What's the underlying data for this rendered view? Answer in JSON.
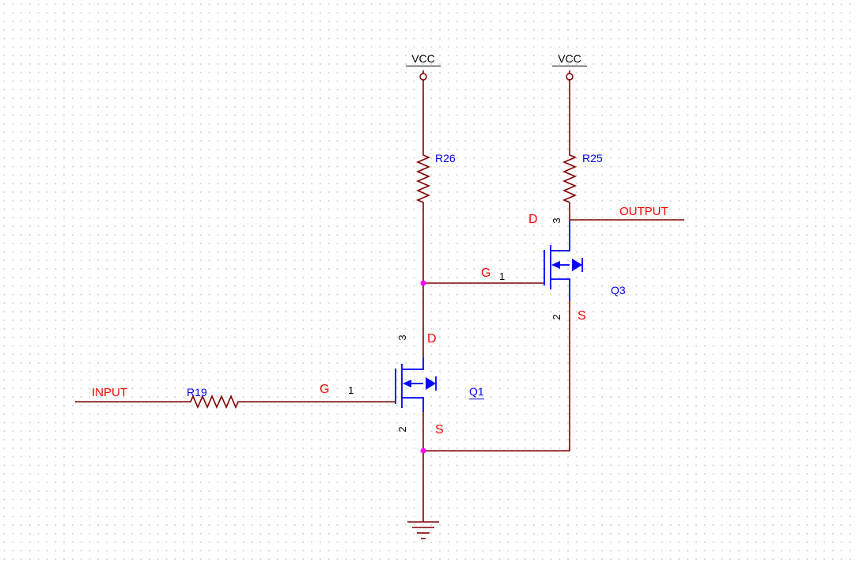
{
  "colors": {
    "bg": "#ffffff",
    "grid-dot": "#d4d4d4",
    "wire": "#800000",
    "symbol": "#0000ff",
    "label-red": "#ff0000",
    "label-blue": "#0000ff",
    "text-black": "#000000",
    "junction": "#ff00ff"
  },
  "power_ports": [
    {
      "label": "VCC"
    },
    {
      "label": "VCC"
    }
  ],
  "resistors": [
    {
      "ref": "R26"
    },
    {
      "ref": "R25"
    },
    {
      "ref": "R19"
    }
  ],
  "transistors": [
    {
      "ref": "Q1",
      "pins": {
        "gate_name": "G",
        "gate_num": "1",
        "drain_name": "D",
        "drain_num": "3",
        "source_name": "S",
        "source_num": "2"
      }
    },
    {
      "ref": "Q3",
      "pins": {
        "gate_name": "G",
        "gate_num": "1",
        "drain_name": "D",
        "drain_num": "3",
        "source_name": "S",
        "source_num": "2"
      }
    }
  ],
  "net_labels": [
    {
      "label": "INPUT"
    },
    {
      "label": "OUTPUT"
    }
  ]
}
